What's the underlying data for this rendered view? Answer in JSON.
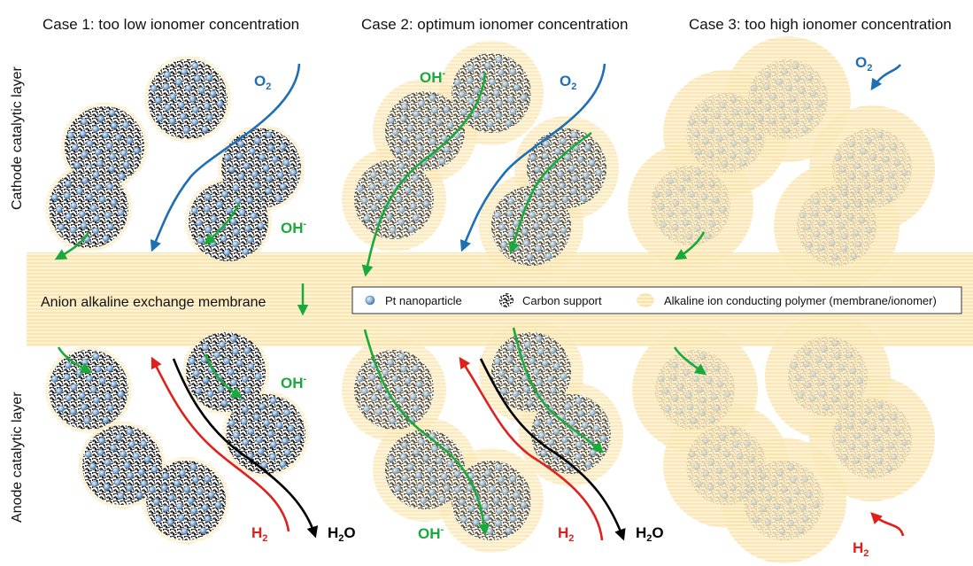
{
  "cases": [
    {
      "title": "Case 1: too low ionomer concentration"
    },
    {
      "title": "Case 2: optimum ionomer concentration"
    },
    {
      "title": "Case 3: too high ionomer concentration"
    }
  ],
  "layers": {
    "cathode": "Cathode catalytic layer",
    "anode": "Anode catalytic layer",
    "membrane": "Anion alkaline exchange membrane"
  },
  "legend": {
    "pt": "Pt nanoparticle",
    "carbon": "Carbon support",
    "polymer": "Alkaline ion conducting polymer (membrane/ionomer)"
  },
  "species": {
    "o2_base": "O",
    "o2_sub": "2",
    "h2_base": "H",
    "h2_sub": "2",
    "oh_base": "OH",
    "oh_sup": "-",
    "h2o_base": "H",
    "h2o_sub": "2",
    "h2o_end": "O"
  },
  "colors": {
    "o2": "#1f6fb5",
    "oh": "#1aaa3c",
    "h2": "#e0201b",
    "h2o": "#000000",
    "ionomer": "#f7d98c",
    "pt": "#8fb3d6",
    "carbon": "#222222"
  }
}
